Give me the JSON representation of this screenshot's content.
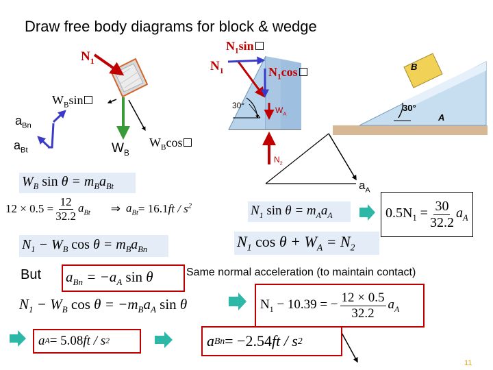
{
  "title": "Draw free body diagrams for block & wedge",
  "labels": {
    "n1_block": "N",
    "n1_sub": "1",
    "n1_sin": "N",
    "n1_sin_sub": "1",
    "n1_sin_text": "sin",
    "n1_wedge": "N",
    "n1_wedge_sub": "1",
    "n1_cos": "N",
    "n1_cos_sub": "1",
    "n1_cos_text": "cos",
    "wb_sin": "W",
    "wb_sin_sub": "B",
    "wb_sin_text": "sin",
    "wb": "W",
    "wb_sub": "B",
    "wb_cos": "W",
    "wb_cos_sub": "B",
    "wb_cos_text": "cos",
    "a_bn": "a",
    "a_bn_sub": "Bn",
    "a_bt": "a",
    "a_bt_sub": "Bt",
    "a_a": "a",
    "a_a_sub": "A",
    "angle_wedge": "30°",
    "wa": "W",
    "wa_sub": "A",
    "n2": "N",
    "n2_sub": "2",
    "photo_b": "B",
    "photo_a": "A",
    "photo_angle": "30°",
    "but": "But",
    "same_normal": "Same normal acceleration (to maintain contact)",
    "page_number": "11"
  },
  "equations": {
    "e1": "W_B sin θ = m_B a_Bt",
    "e2_left": "12 × 0.5 =",
    "e2_num": "12",
    "e2_den": "32.2",
    "e2_abt": "a",
    "e2_abt_sub": "Bt",
    "e2_implies": "⇒",
    "e2_result": "a",
    "e2_result_sub": "Bt",
    "e2_value": " = 16.1 ",
    "e2_units": "ft / s",
    "e2_units_sup": "2",
    "e3": "N_1 − W_B cos θ = m_B a_Bn",
    "e4": "N_1 sin θ = m_A a_A",
    "e5_left": "0.5N",
    "e5_left_sub": "1",
    "e5_eq": " = ",
    "e5_num": "30",
    "e5_den": "32.2",
    "e5_a": "a",
    "e5_a_sub": "A",
    "e6": "N_1 cos θ + W_A = N_2",
    "e7": "a_Bn = −a_A sin θ",
    "e8": "N_1 − W_B cos θ = −m_B a_A sin θ",
    "e9_left": "N",
    "e9_left_sub": "1",
    "e9_mid": " − 10.39 = −",
    "e9_num": "12 × 0.5",
    "e9_den": "32.2",
    "e9_a": "a",
    "e9_a_sub": "A",
    "e10_a": "a",
    "e10_a_sub": "A",
    "e10_value": " = 5.08 ",
    "e10_units": "ft / s",
    "e10_sup": "2",
    "e11_a": "a",
    "e11_a_sub": "Bn",
    "e11_value": " = −2.54 ",
    "e11_units": "ft / s",
    "e11_sup": "2"
  },
  "colors": {
    "n1_arrow": "#c00000",
    "wb_arrow": "#3a9a3a",
    "accel_arrow": "#3b3bc9",
    "eq_background": "#e4ecf7",
    "eq_border": "#c00000",
    "wedge_fill": "#b8d4ec",
    "bullet_arrow": "#2cb7a6",
    "page_number": "#e8a317"
  }
}
